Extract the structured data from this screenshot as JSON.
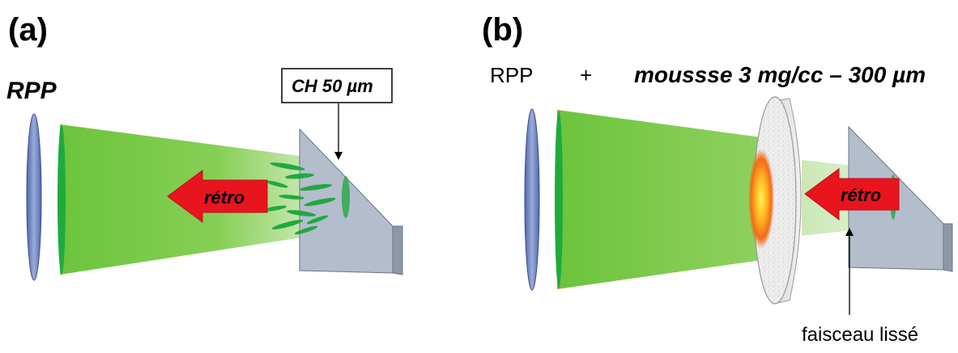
{
  "panel_a": {
    "label": "(a)",
    "rpp_label": "RPP",
    "target_label": "CH 50 µm",
    "arrow_label": "rétro"
  },
  "panel_b": {
    "label": "(b)",
    "rpp_label": "RPP",
    "plus_sign": "+",
    "foam_label": "moussse 3 mg/cc – 300 µm",
    "arrow_label": "rétro",
    "smoothed_beam_label": "faisceau lissé"
  },
  "colors": {
    "beam_green": "#7ccb4a",
    "rpp_blue": "#6e86c2",
    "target_grey": "#aab4c4",
    "arrow_red": "#e8141e",
    "focus_green": "#1eab3c"
  }
}
